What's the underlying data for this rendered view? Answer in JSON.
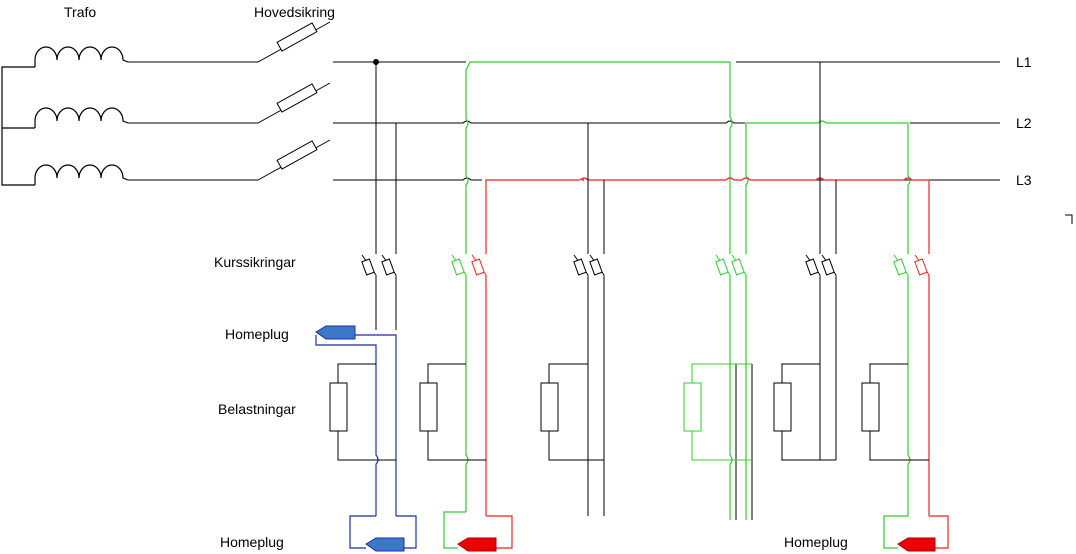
{
  "labels": {
    "trafo": "Trafo",
    "hovedsikring": "Hovedsikring",
    "kurssikringar": "Kurssikringar",
    "homeplug_upper": "Homeplug",
    "belastningar": "Belastningar",
    "homeplug_lower_left": "Homeplug",
    "homeplug_lower_right": "Homeplug"
  },
  "phases": [
    "L1",
    "L2",
    "L3"
  ],
  "colors": {
    "wire": "#000000",
    "green": "#33cc33",
    "red": "#ee2222",
    "blue": "#1f2fa0",
    "plug_blue": "#3c78c8",
    "plug_red": "#ee0000"
  }
}
